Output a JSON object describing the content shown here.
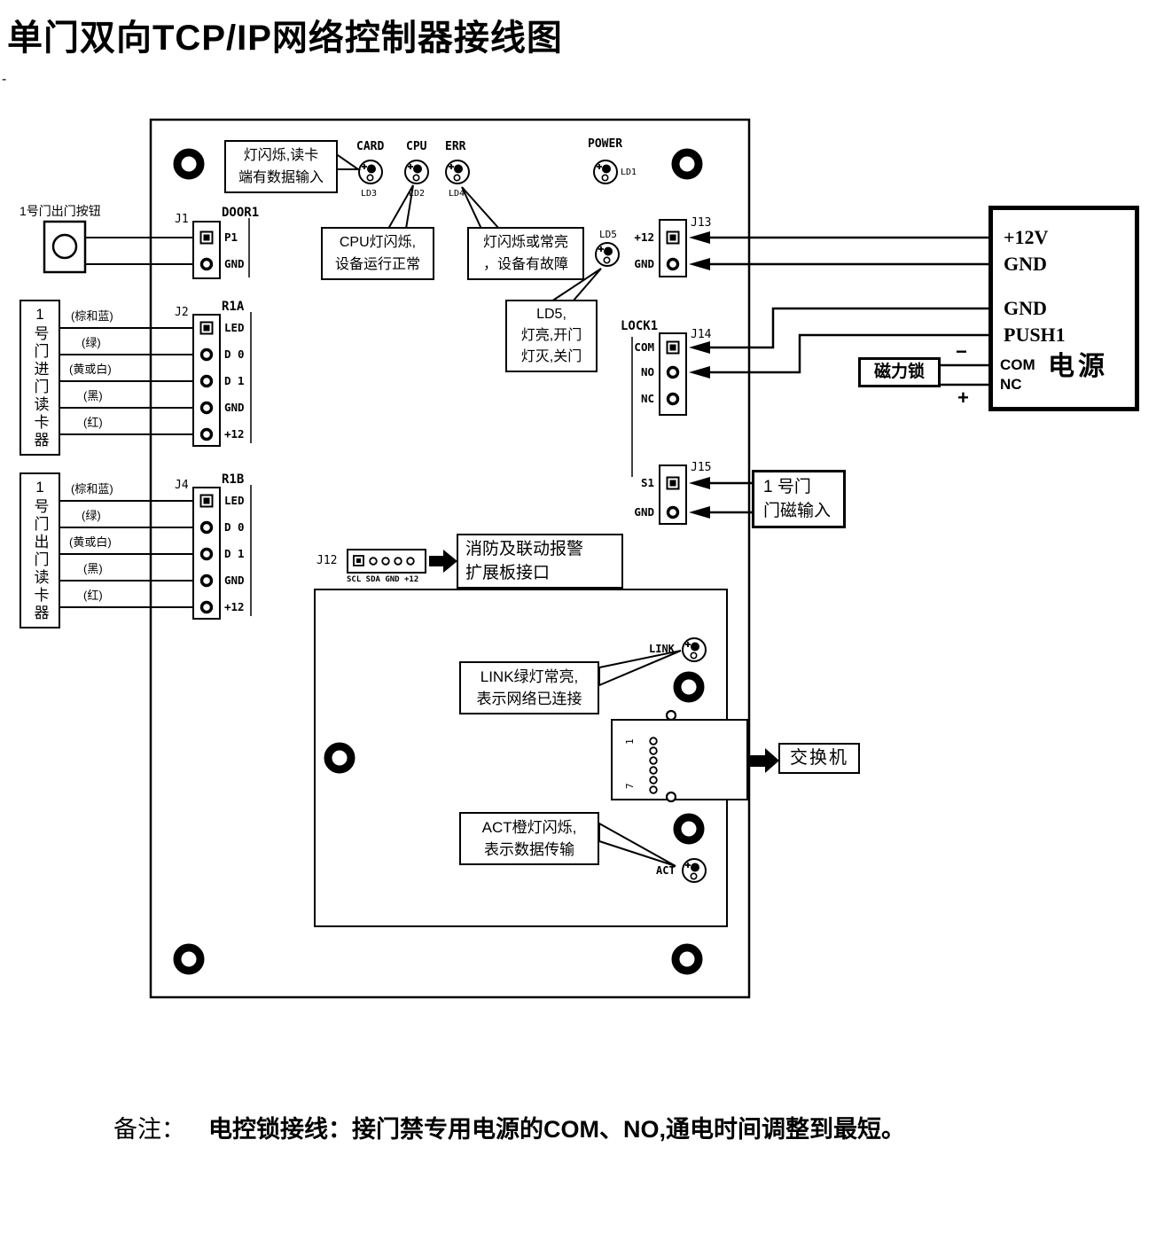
{
  "title": "单门双向TCP/IP网络控制器接线图",
  "artifact_dash": "-",
  "board": {
    "leds": {
      "card": {
        "name": "CARD",
        "ref": "LD3"
      },
      "cpu": {
        "name": "CPU",
        "ref": "LD2"
      },
      "err": {
        "name": "ERR",
        "ref": "LD4"
      },
      "power": {
        "name": "POWER",
        "ref": "LD1"
      },
      "lock": {
        "ref": "LD5"
      },
      "link": {
        "name": "LINK"
      },
      "act": {
        "name": "ACT"
      }
    },
    "connectors": {
      "j1": {
        "id": "J1",
        "group": "DOOR1",
        "pins": [
          "P1",
          "GND"
        ]
      },
      "j2": {
        "id": "J2",
        "group": "R1A",
        "pins": [
          "LED",
          "D 0",
          "D 1",
          "GND",
          "+12"
        ]
      },
      "j4": {
        "id": "J4",
        "group": "R1B",
        "pins": [
          "LED",
          "D 0",
          "D 1",
          "GND",
          "+12"
        ]
      },
      "j12": {
        "id": "J12",
        "sub_left": "SCL SDA GND",
        "sub_right": "+12"
      },
      "j13": {
        "id": "J13",
        "pins": [
          "+12",
          "GND"
        ]
      },
      "j14": {
        "id": "J14",
        "group": "LOCK1",
        "pins": [
          "COM",
          "NO",
          "NC"
        ]
      },
      "j15": {
        "id": "J15",
        "pins": [
          "S1",
          "GND"
        ]
      }
    },
    "rj45": {
      "pin_top": "1",
      "pin_bottom": "7"
    }
  },
  "callouts": {
    "card": "灯闪烁,读卡\n端有数据输入",
    "cpu": "CPU灯闪烁,\n设备运行正常",
    "err": "灯闪烁或常亮\n，设备有故障",
    "ld5": "LD5,\n灯亮,开门\n灯灭,关门",
    "link": "LINK绿灯常亮,\n表示网络已连接",
    "act": "ACT橙灯闪烁,\n表示数据传输"
  },
  "external": {
    "exit_button": "1号门出门按钮",
    "reader_in": "1号门进门读卡器",
    "reader_out": "1号门出门读卡器",
    "wire_colors": [
      "(棕和蓝)",
      "(绿)",
      "(黄或白)",
      "(黑)",
      "(红)"
    ],
    "door_sensor": "1 号门\n门磁输入",
    "fire_expansion": "消防及联动报警\n扩展板接口",
    "switch": "交换机",
    "maglock": "磁力锁",
    "minus": "−",
    "plus": "+"
  },
  "power_supply": {
    "terminals": [
      "+12V",
      "GND",
      "GND",
      "PUSH1"
    ],
    "relay": [
      "COM",
      "NC"
    ],
    "label": "电源"
  },
  "note": {
    "prefix": "备注：",
    "body": "电控锁接线：接门禁专用电源的COM、NO,通电时间调整到最短。"
  }
}
